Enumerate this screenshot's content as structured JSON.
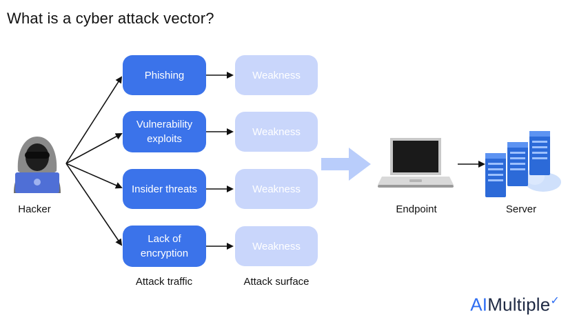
{
  "title": "What is a cyber attack vector?",
  "actors": {
    "hacker": "Hacker",
    "endpoint": "Endpoint",
    "server": "Server"
  },
  "vectors": [
    {
      "label": "Phishing",
      "weakness": "Weakness"
    },
    {
      "label": "Vulnerability exploits",
      "weakness": "Weakness"
    },
    {
      "label": "Insider threats",
      "weakness": "Weakness"
    },
    {
      "label": "Lack of encryption",
      "weakness": "Weakness"
    }
  ],
  "column_labels": {
    "attack_traffic": "Attack traffic",
    "attack_surface": "Attack surface"
  },
  "brand": {
    "prefix": "AI",
    "name": "Multiple"
  },
  "colors": {
    "vector_box": "#3b73ea",
    "weakness_box": "#c9d6fb",
    "big_arrow": "#b9cdfb"
  }
}
